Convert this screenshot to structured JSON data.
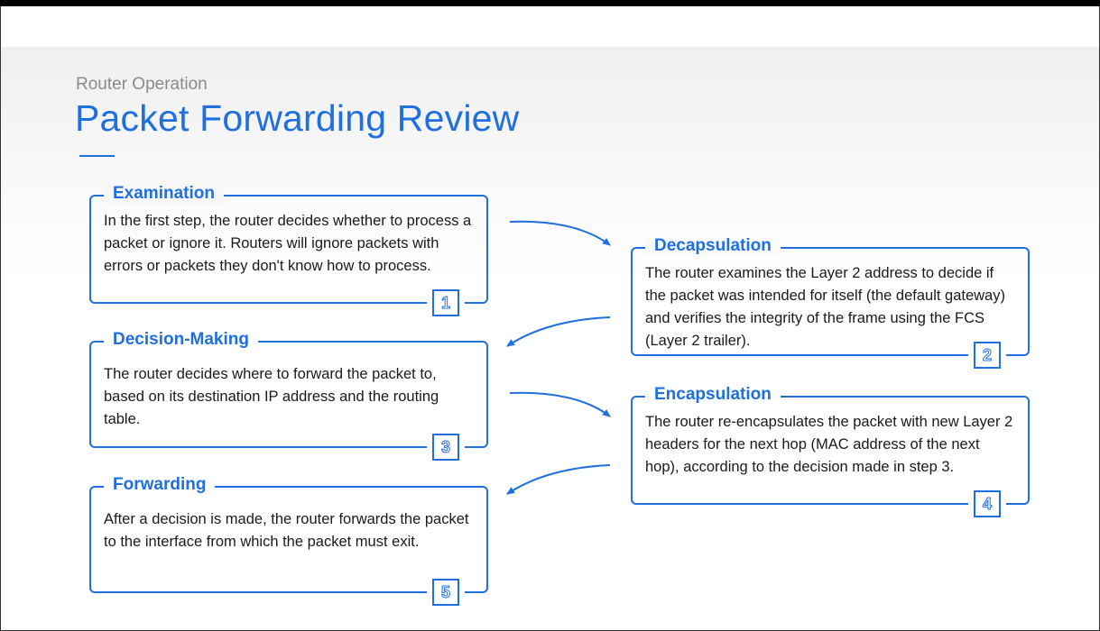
{
  "header": {
    "subtitle": "Router Operation",
    "title": "Packet Forwarding Review"
  },
  "steps": [
    {
      "title": "Examination",
      "text": "In the first step, the router decides whether to process a packet or ignore it. Routers will ignore packets with errors or packets they don't know how to process.",
      "number": "1"
    },
    {
      "title": "Decapsulation",
      "text": "The router examines the Layer 2 address to decide if the packet was intended for itself (the default gateway) and verifies the integrity of the frame using the FCS (Layer 2 trailer).",
      "number": "2"
    },
    {
      "title": "Decision-Making",
      "text": "The router decides where to forward the packet to, based on its destination IP address and the routing table.",
      "number": "3"
    },
    {
      "title": "Encapsulation",
      "text": "The router re-encapsulates the packet with new Layer 2 headers for the next hop (MAC address of the next hop), according to the decision made in step 3.",
      "number": "4"
    },
    {
      "title": "Forwarding",
      "text": "After a decision is made, the router forwards the packet to the interface from which the packet must exit.",
      "number": "5"
    }
  ],
  "colors": {
    "accent": "#1f6fe0",
    "title_gray": "#8a8a8a"
  }
}
